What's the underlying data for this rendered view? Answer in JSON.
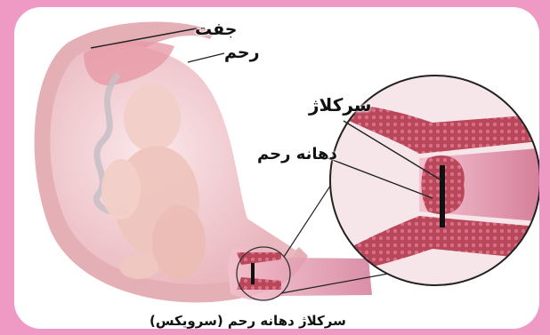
{
  "labels": {
    "placenta": "جفت",
    "uterus": "رحم",
    "cerclage": "سرکلاژ",
    "cervix": "دهانه رحم",
    "caption": "سرکلاژ دهانه رحم (سرویکس)"
  },
  "colors": {
    "frame_pink": "#ee9ac4",
    "tissue_red": "#b8475a",
    "inner_pink": "#e8a0b8",
    "suture_black": "#111111",
    "skin": "#f2cfc8"
  }
}
